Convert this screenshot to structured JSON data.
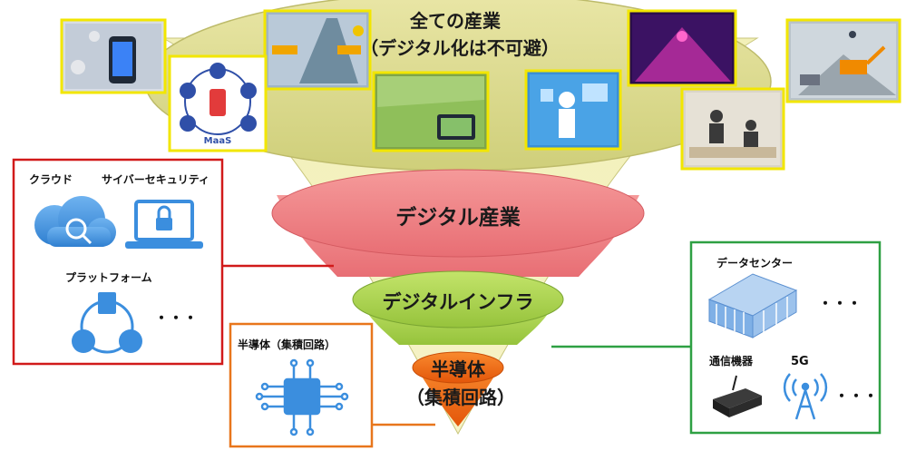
{
  "funnel": {
    "top_title_line1": "全ての産業",
    "top_title_line2": "（デジタル化は不可避）",
    "layer_digital_industry": "デジタル産業",
    "layer_digital_infra": "デジタルインフラ",
    "layer_semiconductor_line1": "半導体",
    "layer_semiconductor_line2": "（集積回路）",
    "maas_label": "MaaS"
  },
  "left_panel": {
    "cloud_label": "クラウド",
    "security_label": "サイバーセキュリティ",
    "platform_label": "プラットフォーム",
    "ellipsis": "・・・",
    "border_color": "#d11a1a"
  },
  "center_panel": {
    "title": "半導体（集積回路）",
    "border_color": "#e8761c"
  },
  "right_panel": {
    "datacenter_label": "データセンター",
    "comm_label": "通信機器",
    "fiveg_label": "5G",
    "ellipsis1": "・・・",
    "ellipsis2": "・・・",
    "border_color": "#2ea043"
  },
  "colors": {
    "funnel_top": "#d7d98c",
    "layer_red": "#e36b6b",
    "layer_green": "#8fc73e",
    "layer_orange": "#ee6a12",
    "photo_border": "#f2e600",
    "icon_blue": "#3b8ede"
  }
}
